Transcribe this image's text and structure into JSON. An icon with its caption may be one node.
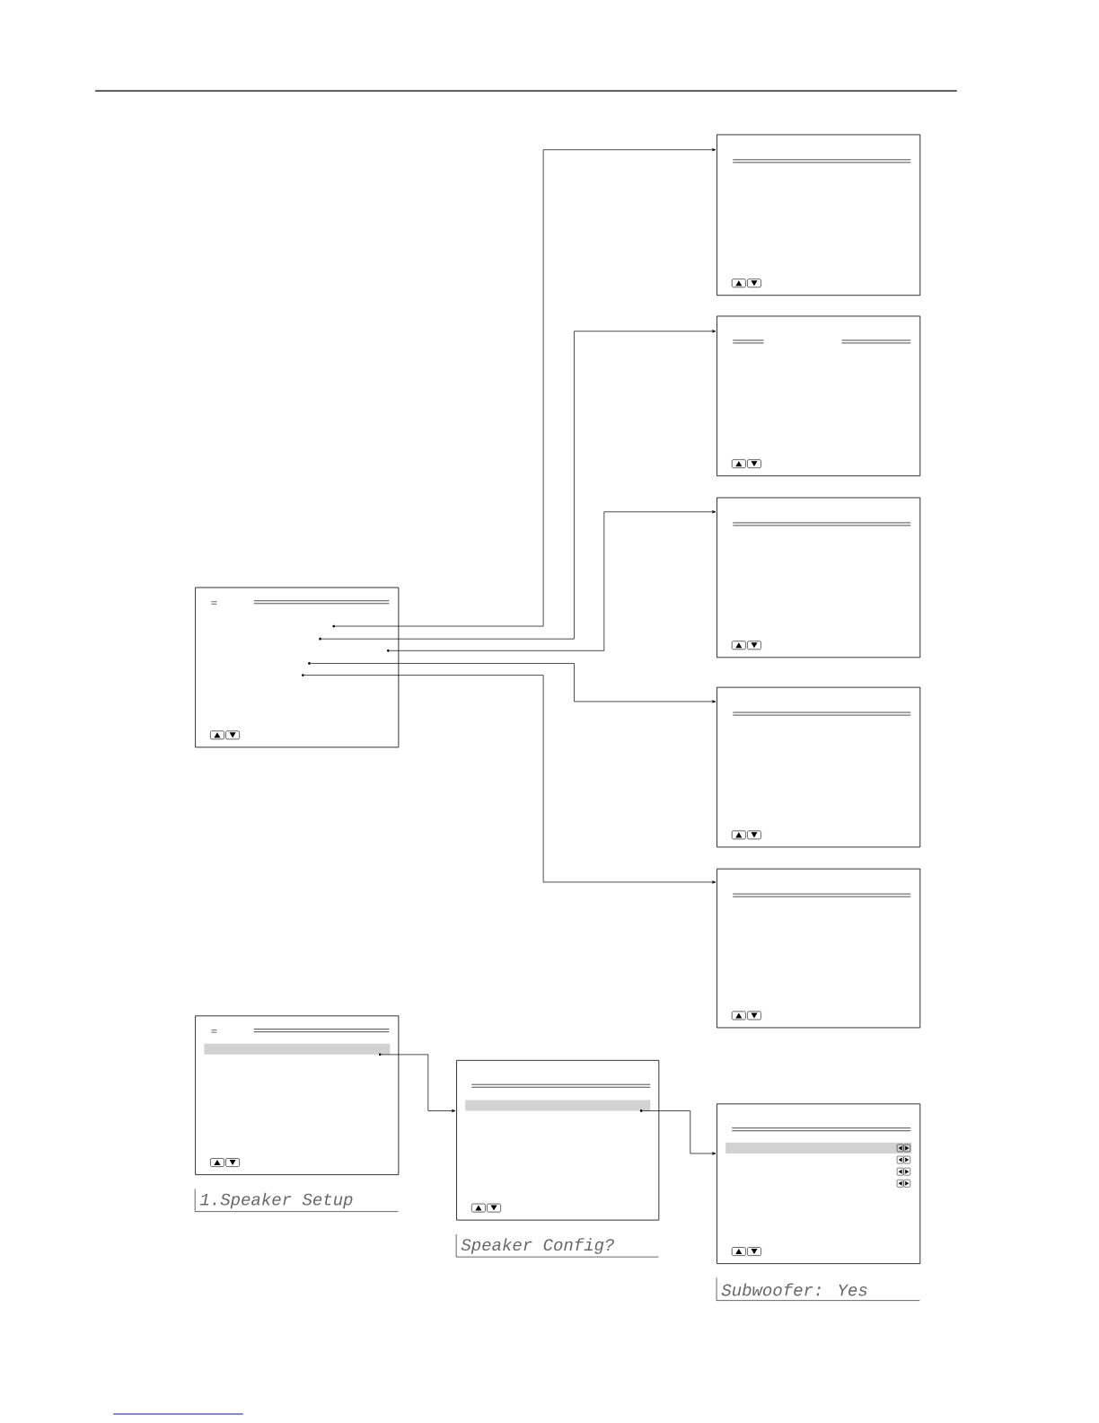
{
  "diagram": {
    "nodes": [
      {
        "text": [],
        "shape": "box"
      },
      {
        "text": [],
        "shape": "box"
      },
      {
        "text": [],
        "shape": "box"
      },
      {
        "text": [],
        "shape": "box"
      },
      {
        "text": [],
        "shape": "circle",
        "in": 3
      },
      {
        "text": [],
        "shape": "circle",
        "in": 3
      },
      {
        "text": [],
        "shape": "circle",
        "in": 3
      },
      {
        "text": [],
        "shape": "circle",
        "in": 3
      },
      {
        "text": [],
        "shape": "circle",
        "in": 3
      },
      {
        "text": [],
        "shape": "box"
      },
      {
        "text": [],
        "shape": "box"
      },
      {
        "text": [],
        "shape": "box",
        "beside": [
          "1.Speaker Setup"
        ]
      },
      {
        "text": [],
        "shape": "circle",
        "in": 11
      },
      {
        "text": [],
        "shape": "box",
        "beside": [
          "Speaker Config?"
        ]
      },
      {
        "text": [],
        "shape": "circle",
        "in": 13
      },
      {
        "text": [],
        "shape": "box",
        "beside": [
          "Subwoofer: Yes"
        ]
      }
    ],
    "edges": [
      {
        "from": 4,
        "to": 0,
        "arrow": "to"
      },
      {
        "from": 5,
        "to": 1,
        "arrow": "to"
      },
      {
        "from": 6,
        "to": 2,
        "arrow": "to"
      },
      {
        "from": 7,
        "to": 9,
        "arrow": "to"
      },
      {
        "from": 8,
        "to": 10,
        "arrow": "to"
      },
      {
        "from": 12,
        "to": 13,
        "arrow": "to"
      },
      {
        "from": 14,
        "to": 15,
        "arrow": "to"
      }
    ]
  }
}
